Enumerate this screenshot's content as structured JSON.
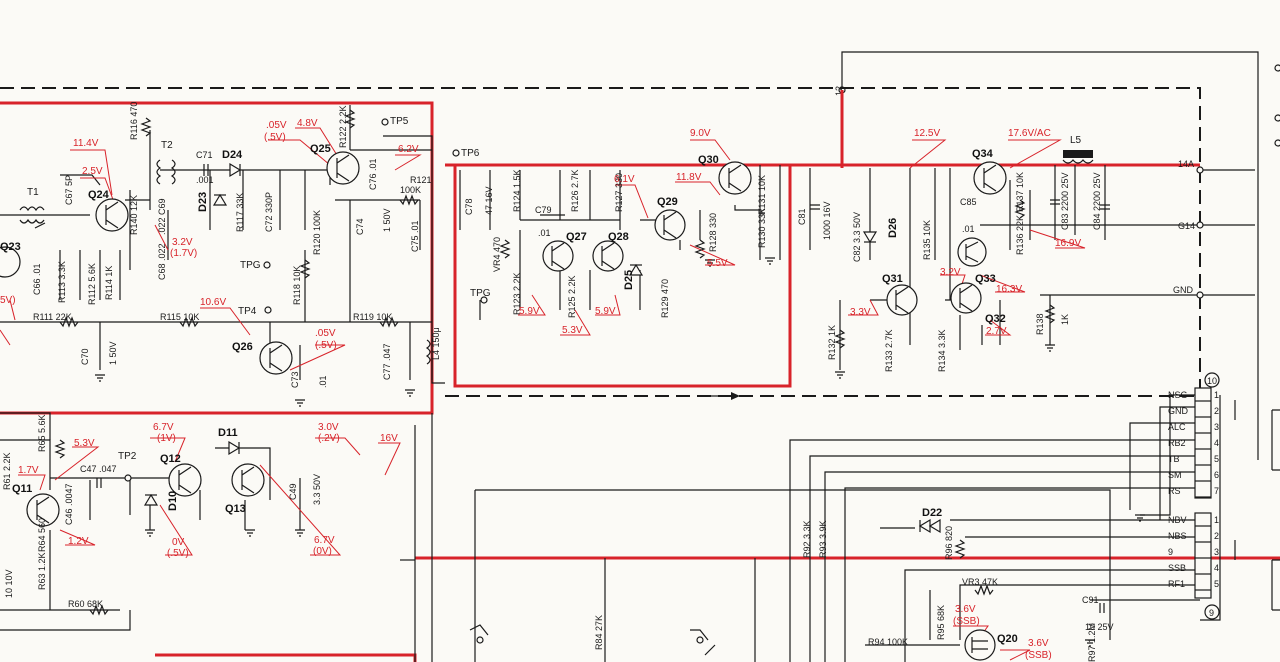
{
  "top_rail": {
    "node": "12"
  },
  "test_points": {
    "tp5": "TP5",
    "tp6": "TP6",
    "tp4": "TP4",
    "tp2": "TP2",
    "tpg1": "TPG",
    "tpg2": "TPG"
  },
  "transistors": {
    "q23": "Q23",
    "q24": "Q24",
    "q25": "Q25",
    "q26": "Q26",
    "q27": "Q27",
    "q28": "Q28",
    "q29": "Q29",
    "q30": "Q30",
    "q31": "Q31",
    "q32": "Q32",
    "q33": "Q33",
    "q34": "Q34",
    "q11": "Q11",
    "q12": "Q12",
    "q13": "Q13",
    "q20": "Q20"
  },
  "diodes": {
    "d23": "D23",
    "d24": "D24",
    "d25": "D25",
    "d26": "D26",
    "d10": "D10",
    "d11": "D11",
    "d22": "D22"
  },
  "transformers": {
    "t1": "T1",
    "t2": "T2",
    "l5": "L5",
    "l4": "L4 150μ"
  },
  "components": {
    "r116": "R116 470",
    "c67": "C67 5P",
    "r140": "R140 12K",
    "c69": ".022 C69",
    "c71": "C71",
    "c71v": ".001",
    "r117": "R117 33K",
    "c72": "C72 330P",
    "r120": "R120 100K",
    "r122": "R122 2.2K",
    "c76": "C76 .01",
    "r121": "R121",
    "r121v": "100K",
    "c74": "C74",
    "c74v": "1 50V",
    "c75": "C75 .01",
    "r118": "R118 10K",
    "r119": "R119 10K",
    "c77": "C77 .047",
    "c73": "C73",
    "c73v": ".01",
    "r111": "R111 22K",
    "r115": "R115 10K",
    "c66": "C66 .01",
    "r113": "R113 3.3K",
    "r112": "R112 5.6K",
    "r114": "R114 1K",
    "c68": "C68 .022",
    "c70": "C70",
    "c70v": "1 50V",
    "c78": "C78",
    "c78v": "47 16V",
    "r124": "R124 1.5K",
    "r126": "R126 2.7K",
    "r127": "R127 330",
    "c79": "C79",
    "c79v": ".01",
    "vr4": "VR4 470",
    "r123": "R123 2.2K",
    "r125": "R125 2.2K",
    "r129": "R129 470",
    "r128": "R128 330",
    "r131": "R131 10K",
    "r130": "R130 33K",
    "c81": "C81",
    "c81v": "1000 16V",
    "c82": "C82 3.3 50V",
    "r135": "R135 10K",
    "c85": "C85",
    "c85v": ".01",
    "r137": "R137 10K",
    "r136": "R136 22K",
    "c83": "C83 2200 25V",
    "c84": "C84 2200 25V",
    "r138": "R138",
    "r138v": "1K",
    "r132": "R132 1K",
    "r133": "R133 2.7K",
    "r134": "R134 3.3K",
    "r65": "R65 5.6K",
    "r61": "R61 2.2K",
    "c47": "C47 .047",
    "c46": "C46 .0047",
    "r64": "R64 560",
    "r63": "R63 1.2K",
    "c10": "10 10V",
    "r60": "R60 68K",
    "c49": "C49",
    "c49v": "3.3 50V",
    "r92": "R92 3.3K",
    "r93": "R93 3.9K",
    "r96": "R96 820",
    "vr3": "VR3 47K",
    "r95": "R95 68K",
    "c91": "C91",
    "c91v": "10 25V",
    "r94": "R94 100K",
    "r97": "R97 1.2M",
    "r84": "R84 27K"
  },
  "voltages": {
    "v11_4": "11.4V",
    "v2_5": "2.5V",
    "v3_2a": "3.2V",
    "v1_7": "(1.7V)",
    "v_05": ".05V",
    "v_5": "(.5V)",
    "v4_8": "4.8V",
    "v6_2": "6.2V",
    "v10_6": "10.6V",
    "v05b": ".05V",
    "v5b": "(.5V)",
    "v9_0": "9.0V",
    "v11_8": "11.8V",
    "v6_1": "6.1V",
    "v5_5": "5.5V",
    "v5_9a": "5.9V",
    "v5_3": "5.3V",
    "v5_9b": "5.9V",
    "v12_5": "12.5V",
    "v17_6": "17.6V/AC",
    "v16_9": "16.9V",
    "v3_2b": "3.2V",
    "v16_3": "16.3V",
    "v3_3": "3.3V",
    "v2_7": "2.7V",
    "v1_7b": "1.7V",
    "v5_3b": "5.3V",
    "v1_2": "1.2V",
    "v6_7": "6.7V",
    "v1v": "(1V)",
    "v0v": "0V",
    "v5c": "(.5V)",
    "v3_0": "3.0V",
    "v2v": "(.2V)",
    "v16": "16V",
    "v6_7b": "6.7V",
    "v0vb": "(0V)",
    "v3_6": "3.6V",
    "vssb": "(SSB)",
    "v3_6b": "3.6V",
    "vssb2": "(SSB)",
    "v5v_left": "5V)"
  },
  "connector_top": {
    "net_14a": "14A",
    "net_g14": "G14",
    "net_gnd": "GND"
  },
  "connector_10": {
    "number": "10",
    "pins": [
      {
        "label": "NSG",
        "num": "1"
      },
      {
        "label": "GND",
        "num": "2"
      },
      {
        "label": "ALC",
        "num": "3"
      },
      {
        "label": "RB2",
        "num": "4"
      },
      {
        "label": "TB",
        "num": "5"
      },
      {
        "label": "SM",
        "num": "6"
      },
      {
        "label": "RS",
        "num": "7"
      }
    ]
  },
  "connector_9": {
    "number": "9",
    "pins": [
      {
        "label": "NBV",
        "num": "1"
      },
      {
        "label": "NBS",
        "num": "2"
      },
      {
        "label": "9",
        "num": "3"
      },
      {
        "label": "SSB",
        "num": "4"
      },
      {
        "label": "RF1",
        "num": "5"
      }
    ]
  }
}
